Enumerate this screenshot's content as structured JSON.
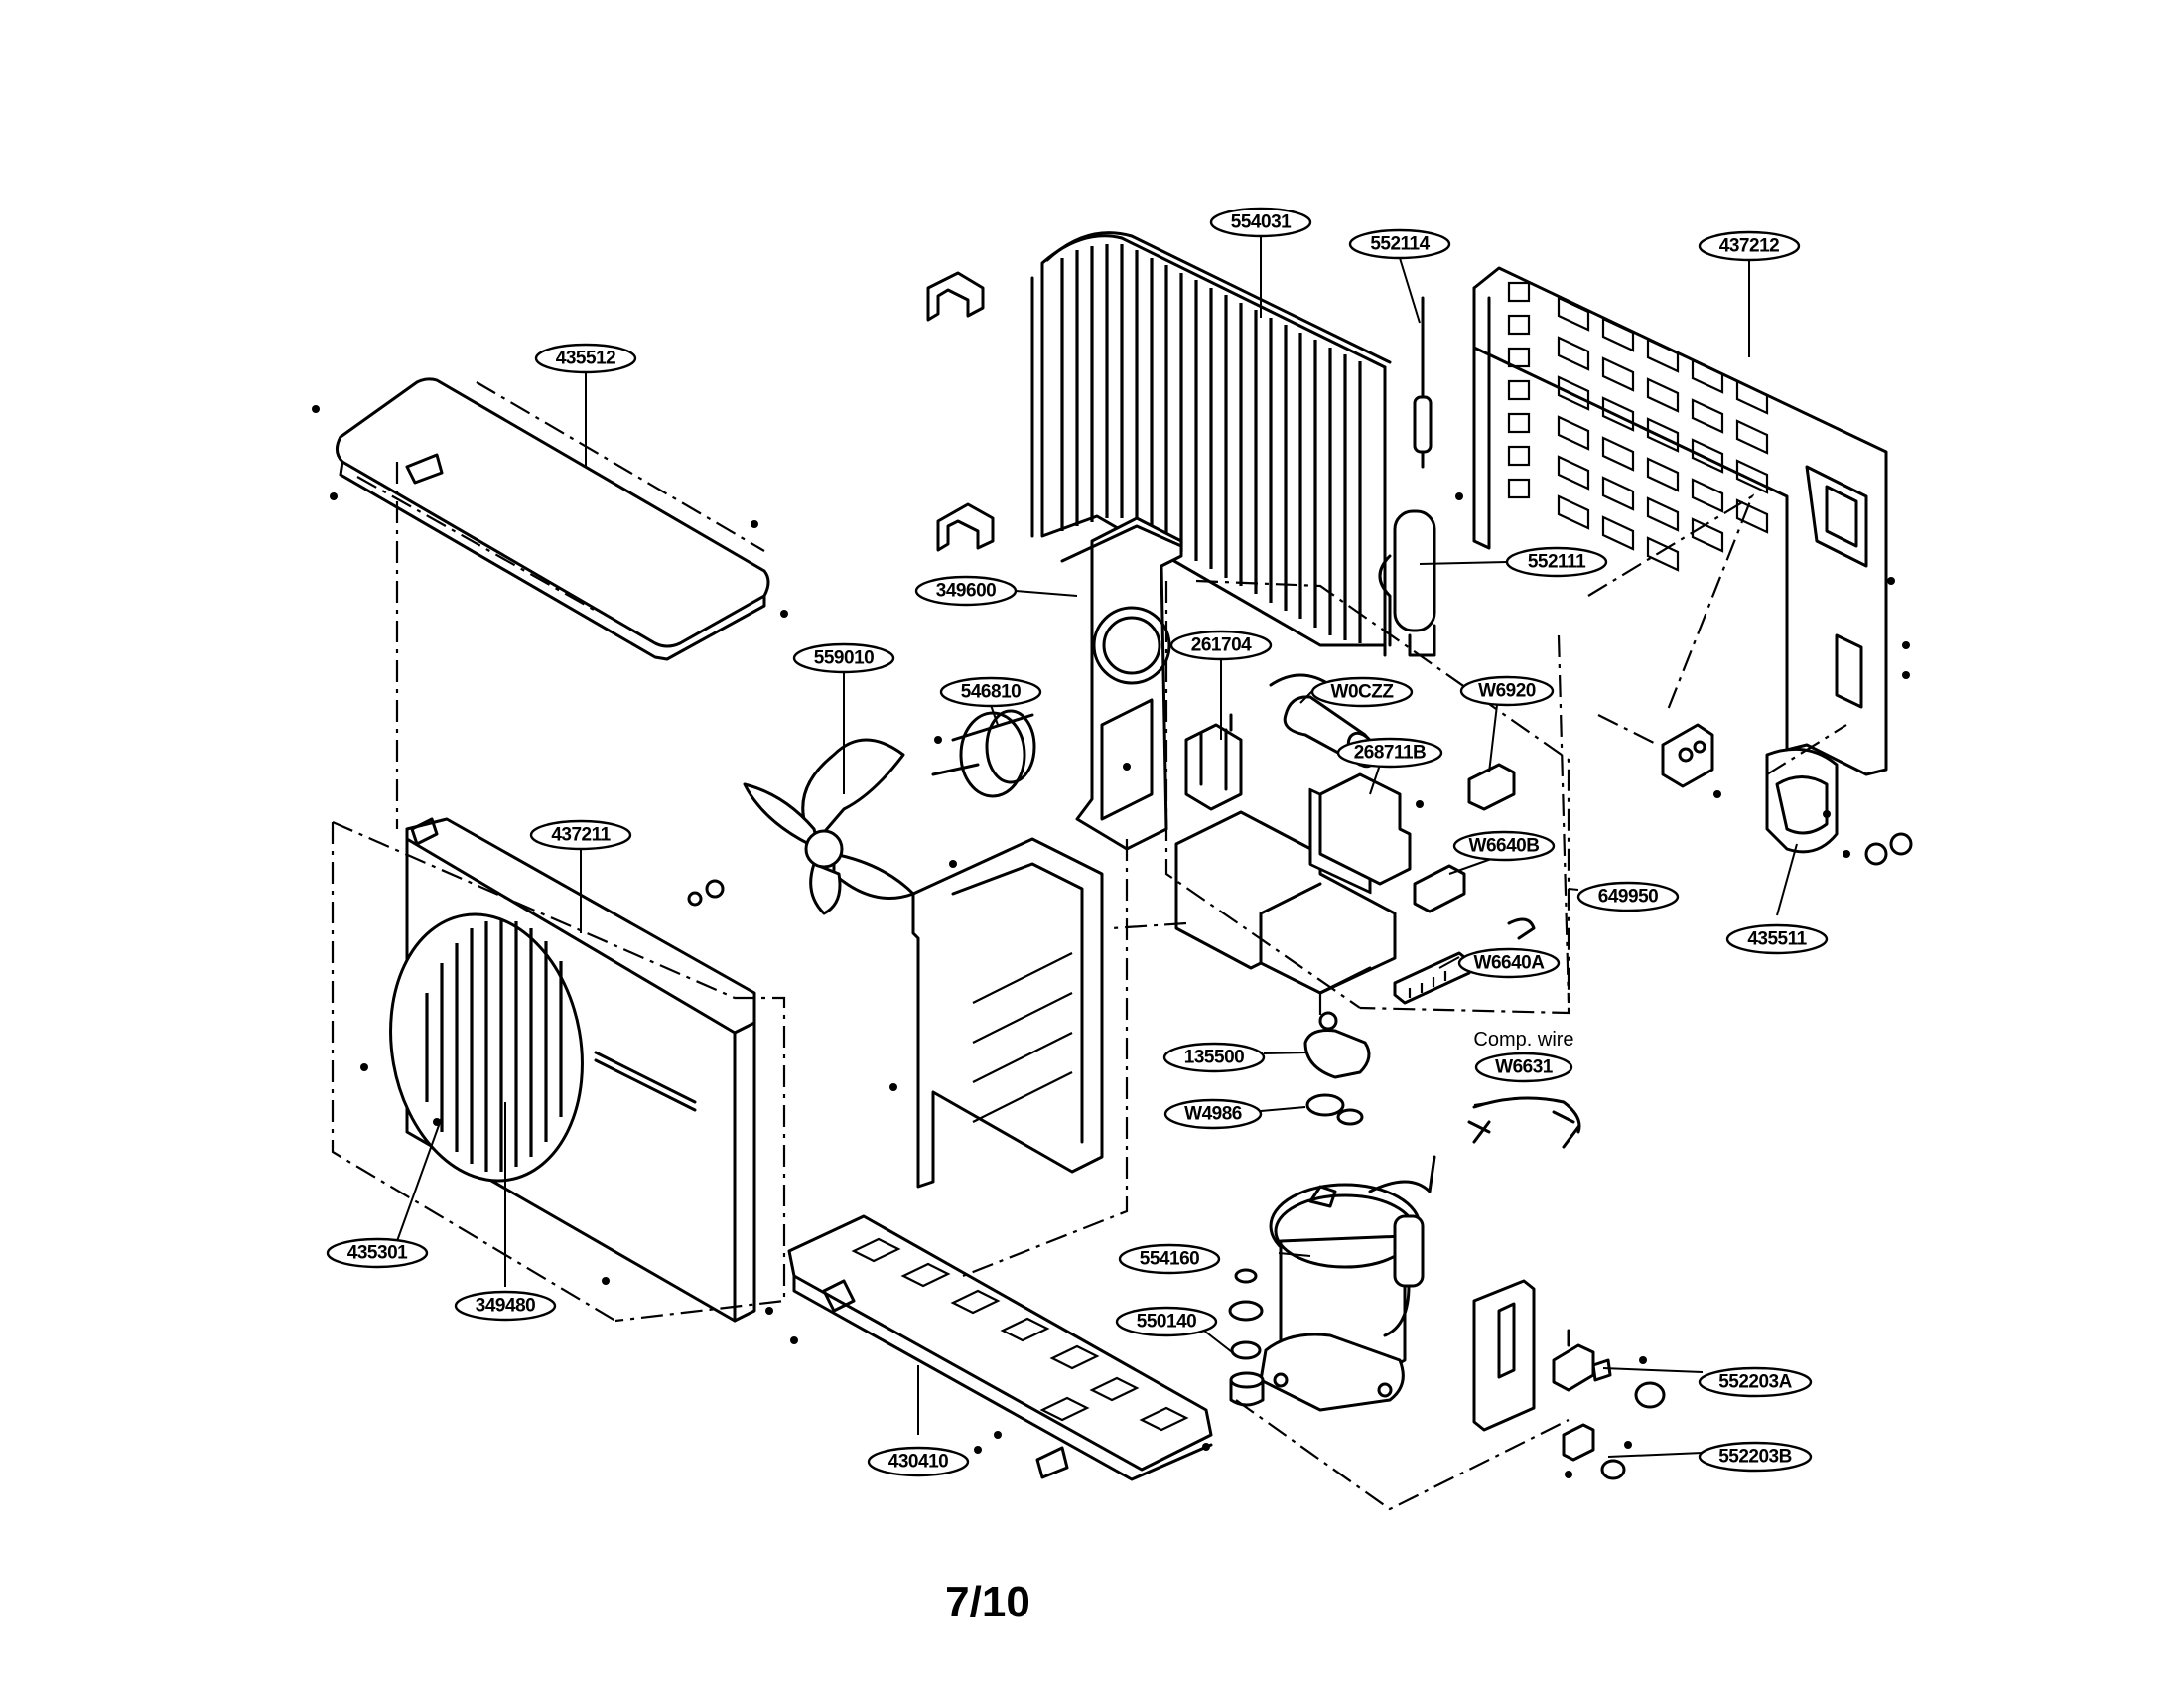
{
  "labels": [
    {
      "id": "554031",
      "text": "554031"
    },
    {
      "id": "552114",
      "text": "552114"
    },
    {
      "id": "437212",
      "text": "437212"
    },
    {
      "id": "435512",
      "text": "435512"
    },
    {
      "id": "552111",
      "text": "552111"
    },
    {
      "id": "349600",
      "text": "349600"
    },
    {
      "id": "559010",
      "text": "559010"
    },
    {
      "id": "546810",
      "text": "546810"
    },
    {
      "id": "261704",
      "text": "261704"
    },
    {
      "id": "W0CZZ",
      "text": "W0CZZ"
    },
    {
      "id": "W6920",
      "text": "W6920"
    },
    {
      "id": "268711B",
      "text": "268711B"
    },
    {
      "id": "437211",
      "text": "437211"
    },
    {
      "id": "W6640B",
      "text": "W6640B"
    },
    {
      "id": "649950",
      "text": "649950"
    },
    {
      "id": "435511",
      "text": "435511"
    },
    {
      "id": "W6640A",
      "text": "W6640A"
    },
    {
      "id": "135500",
      "text": "135500"
    },
    {
      "id": "W6631",
      "text": "W6631"
    },
    {
      "id": "W4986",
      "text": "W4986"
    },
    {
      "id": "435301",
      "text": "435301"
    },
    {
      "id": "554160",
      "text": "554160"
    },
    {
      "id": "349480",
      "text": "349480"
    },
    {
      "id": "550140",
      "text": "550140"
    },
    {
      "id": "552203A",
      "text": "552203A"
    },
    {
      "id": "430410",
      "text": "430410"
    },
    {
      "id": "552203B",
      "text": "552203B"
    }
  ],
  "comp_wire_text": "Comp. wire",
  "page_number": "7/10"
}
